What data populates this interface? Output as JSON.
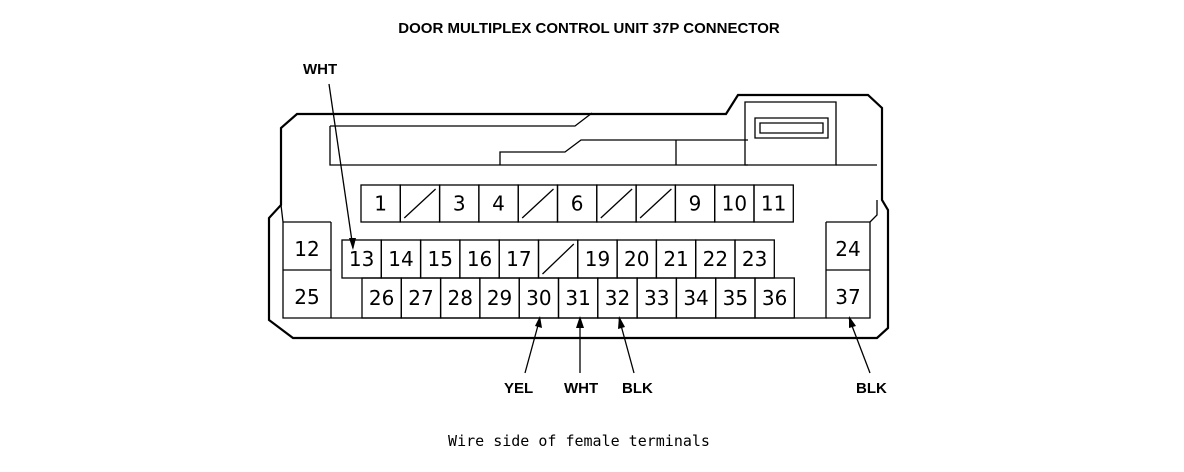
{
  "title": "DOOR MULTIPLEX CONTROL UNIT 37P CONNECTOR",
  "caption": "Wire side of female terminals",
  "wires": {
    "pin13": "WHT",
    "pin30": "YEL",
    "pin31": "WHT",
    "pin32": "BLK",
    "pin37": "BLK"
  },
  "rows": {
    "top": [
      "1",
      "",
      "3",
      "4",
      "",
      "6",
      "",
      "",
      "9",
      "10",
      "11"
    ],
    "middle": [
      "13",
      "14",
      "15",
      "16",
      "17",
      "",
      "19",
      "20",
      "21",
      "22",
      "23"
    ],
    "bottom": [
      "26",
      "27",
      "28",
      "29",
      "30",
      "31",
      "32",
      "33",
      "34",
      "35",
      "36"
    ],
    "left": [
      "12",
      "25"
    ],
    "right": [
      "24",
      "37"
    ]
  },
  "colors": {
    "line": "#000000",
    "background": "#ffffff"
  }
}
